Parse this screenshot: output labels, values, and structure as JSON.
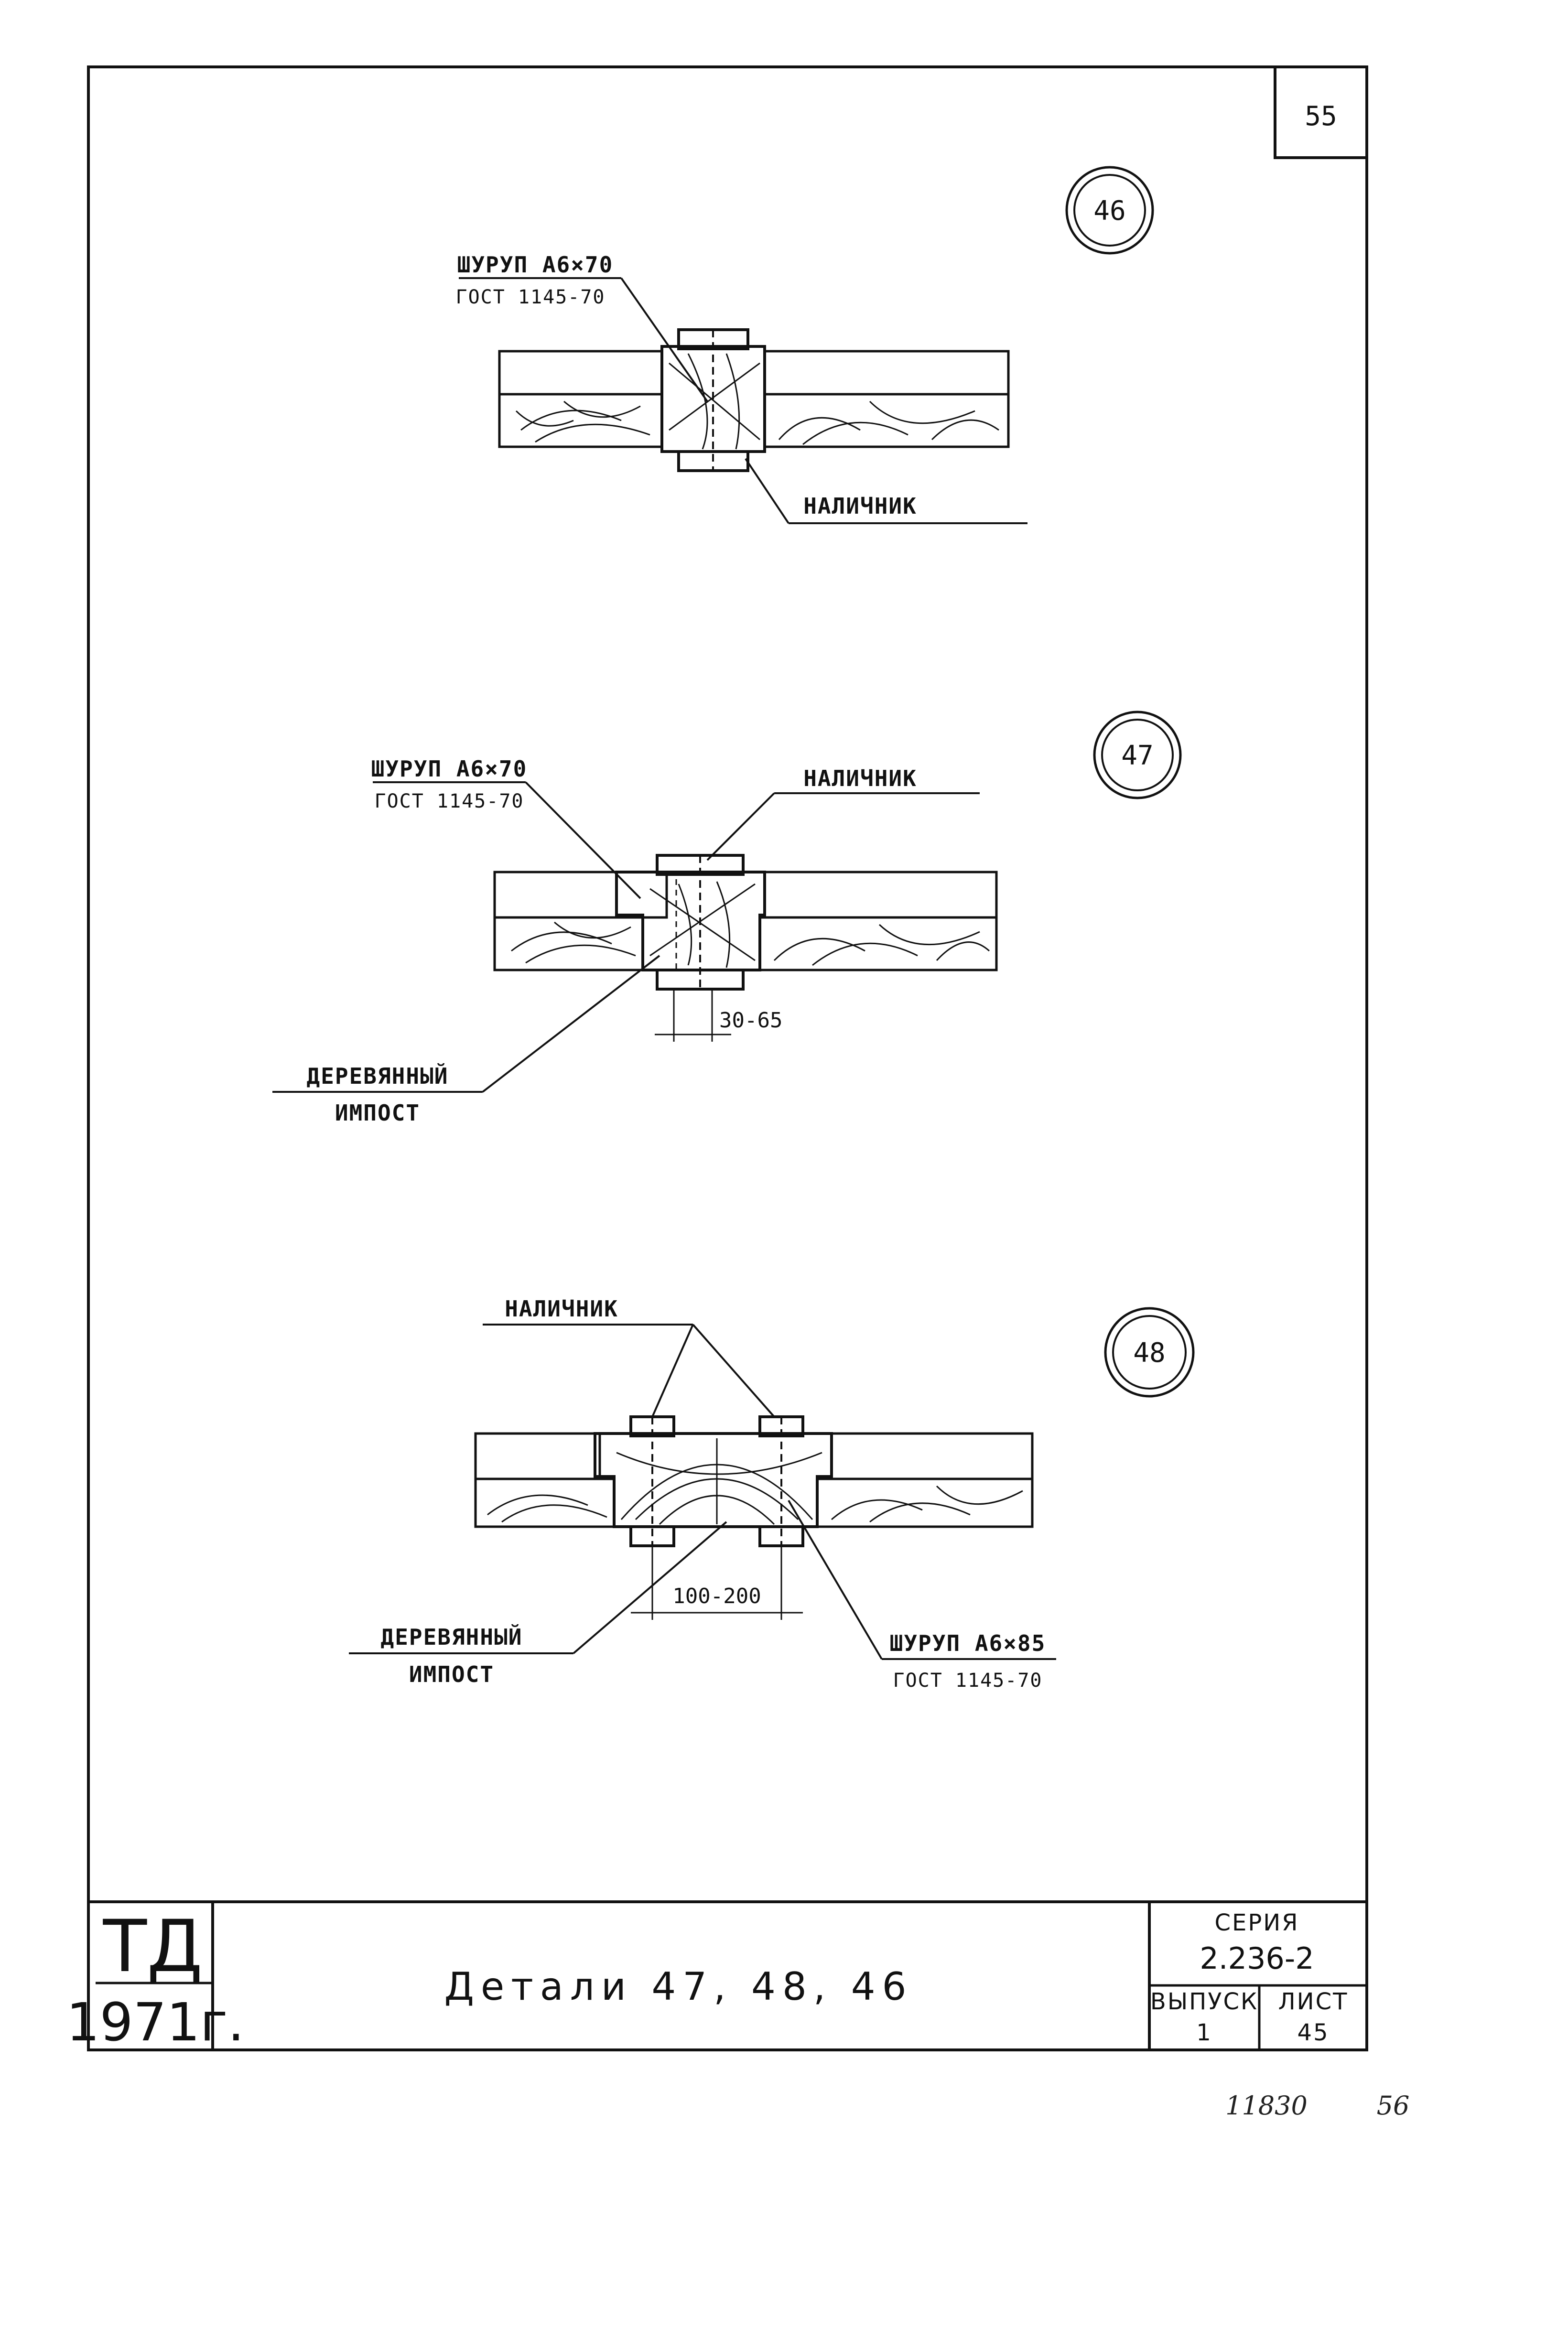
{
  "page_number": "55",
  "details": [
    {
      "number": "46",
      "screw_label": "ШУРУП А6×70",
      "screw_gost": "ГОСТ 1145-70",
      "trim_label": "НАЛИЧНИК"
    },
    {
      "number": "47",
      "screw_label": "ШУРУП А6×70",
      "screw_gost": "ГОСТ 1145-70",
      "trim_label": "НАЛИЧНИК",
      "dimension": "30-65",
      "mullion_label_1": "ДЕРЕВЯННЫЙ",
      "mullion_label_2": "ИМПОСТ"
    },
    {
      "number": "48",
      "trim_label": "НАЛИЧНИК",
      "dimension": "100-200",
      "mullion_label_1": "ДЕРЕВЯННЫЙ",
      "mullion_label_2": "ИМПОСТ",
      "screw_label": "ШУРУП А6×85",
      "screw_gost": "ГОСТ 1145-70"
    }
  ],
  "title_block": {
    "org": "ТД",
    "year": "1971г.",
    "title": "Детали 47, 48, 46",
    "series_label": "СЕРИЯ",
    "series_value": "2.236-2",
    "issue_label": "ВЫПУСК",
    "issue_value": "1",
    "sheet_label": "ЛИСТ",
    "sheet_value": "45"
  },
  "footer": {
    "left": "11830",
    "right": "56"
  }
}
